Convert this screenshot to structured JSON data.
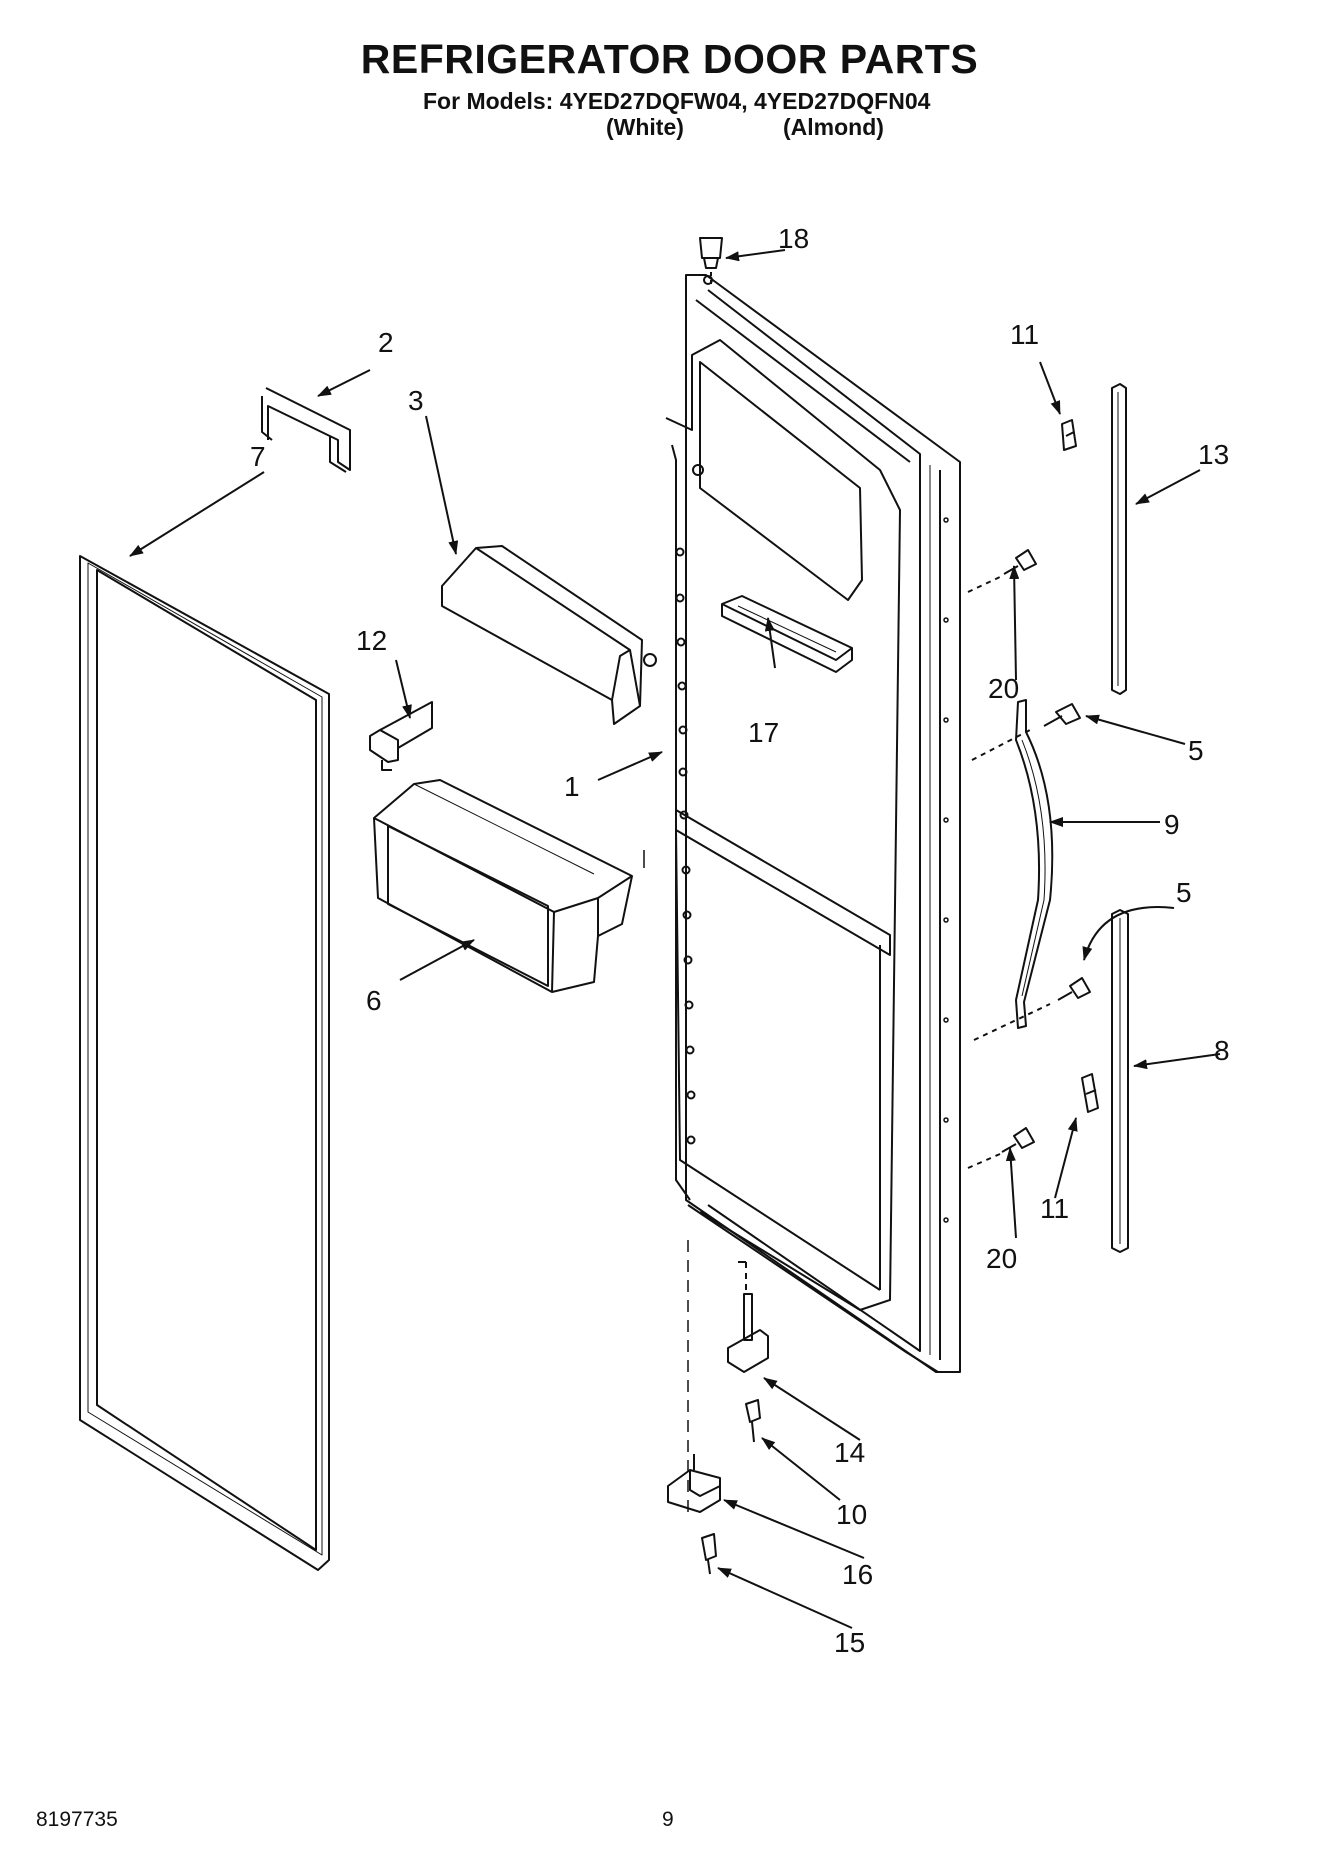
{
  "page": {
    "title": "REFRIGERATOR DOOR PARTS",
    "models_line": "For Models: 4YED27DQFW04, 4YED27DQFN04",
    "finishes": [
      "(White)",
      "(Almond)"
    ],
    "doc_number": "8197735",
    "page_number": "9"
  },
  "colors": {
    "ink": "#111111",
    "paper": "#ffffff"
  },
  "callouts": [
    "1",
    "2",
    "3",
    "5",
    "5",
    "6",
    "7",
    "8",
    "9",
    "10",
    "11",
    "11",
    "12",
    "13",
    "14",
    "15",
    "16",
    "17",
    "18",
    "20",
    "20"
  ]
}
